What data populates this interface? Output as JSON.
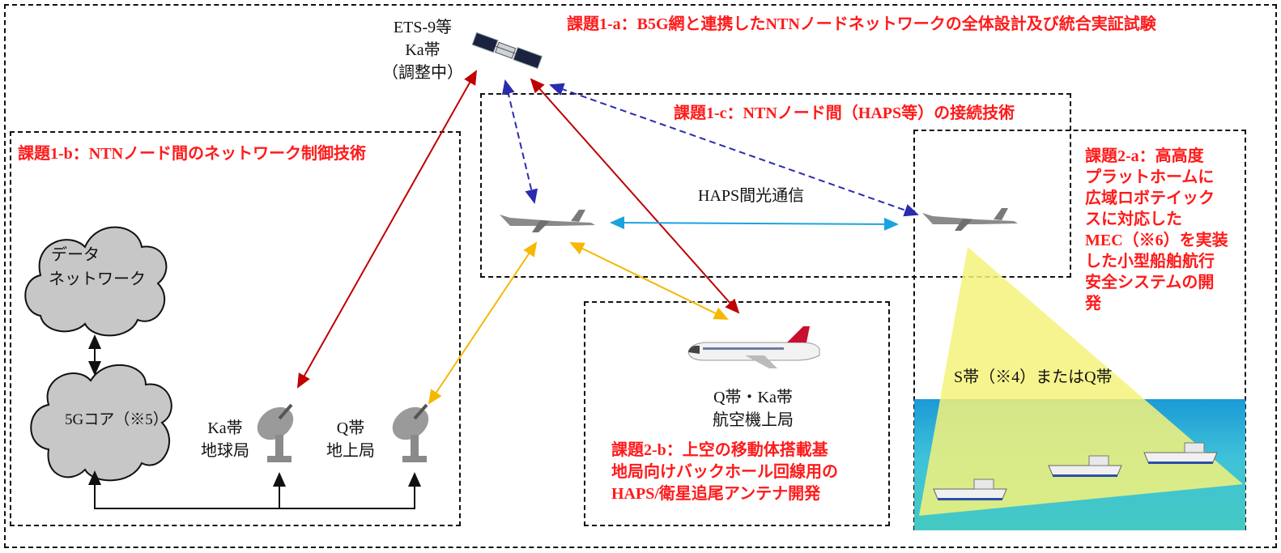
{
  "satellite": {
    "line1": "ETS-9等",
    "line2": "Ka帯",
    "line3": "（調整中）"
  },
  "task_1a": "課題1-a：B5G網と連携したNTNノードネットワークの全体設計及び統合実証試験",
  "task_1b": "課題1-b：NTNノード間のネットワーク制御技術",
  "task_1c": "課題1-c：NTNノード間（HAPS等）の接続技術",
  "task_2a": [
    "課題2-a：高高度",
    "プラットホームに",
    "広域ロボテイック",
    "スに対応した",
    "MEC（※6）を実装",
    "した小型船舶航行",
    "安全システムの開",
    "発"
  ],
  "task_2b": [
    "課題2-b：上空の移動体搭載基",
    "地局向けバックホール回線用の",
    "HAPS/衛星追尾アンテナ開発"
  ],
  "haps_link": "HAPS間光通信",
  "cloud_data": [
    "データ",
    "ネットワーク"
  ],
  "cloud_core": "5Gコア（※5）",
  "ka_station": [
    "Ka帯",
    "地球局"
  ],
  "q_station": [
    "Q帯",
    "地上局"
  ],
  "aircraft": [
    "Q帯・Ka帯",
    "航空機上局"
  ],
  "sea_band": "S帯（※4）またはQ帯",
  "colors": {
    "red_arrow": "#c00000",
    "blue_dash": "#2b2bb0",
    "cyan": "#1aa3e0",
    "yellow": "#f5b800",
    "task_text": "#ff1a1a"
  }
}
